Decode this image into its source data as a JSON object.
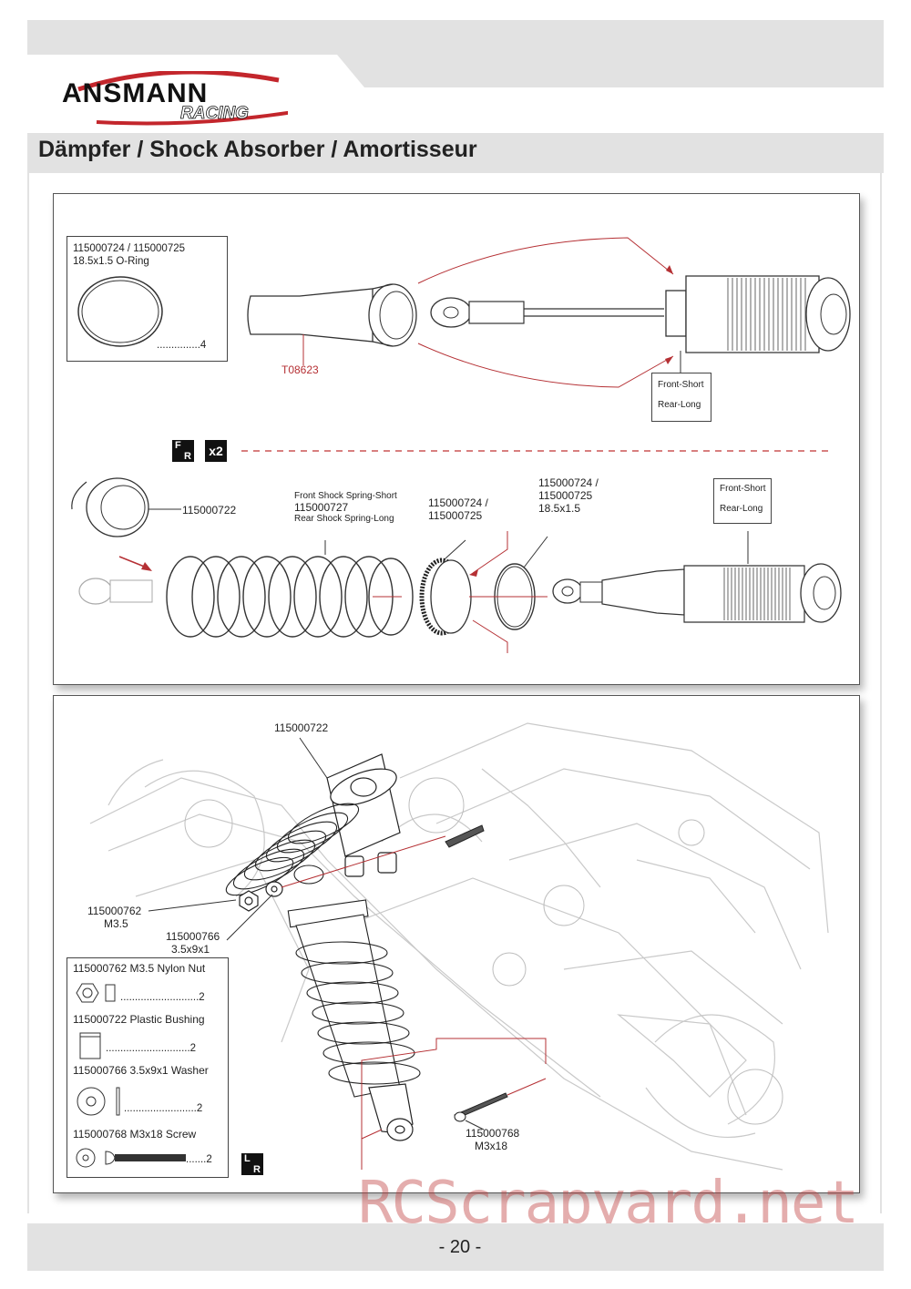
{
  "header": {
    "brand": "ANSMANN",
    "brand_sub": "RACING",
    "section_title": "Dämpfer / Shock Absorber / Amortisseur"
  },
  "step1": {
    "oring_box": {
      "line1": "115000724 / 115000725",
      "line2": "18.5x1.5 O-Ring",
      "qty": "...............4"
    },
    "tool_label": "T08623",
    "length_note": {
      "front": "Front-Short",
      "rear": "Rear-Long"
    },
    "badge_fr_top": "F",
    "badge_fr_bottom": "R",
    "badge_qty": "x2"
  },
  "step2": {
    "cap_label": "115000722",
    "spring_label": {
      "line1": "Front Shock Spring-Short",
      "line2": "115000727",
      "line3": "Rear Shock Spring-Long"
    },
    "collar_label": {
      "line1": "115000724 /",
      "line2": "115000725"
    },
    "oring_label": {
      "line1": "115000724 /",
      "line2": "115000725",
      "line3": "18.5x1.5"
    },
    "length_note": {
      "front": "Front-Short",
      "rear": "Rear-Long"
    }
  },
  "step3": {
    "bushing_label": "115000722",
    "nut_label": {
      "line1": "115000762",
      "line2": "M3.5"
    },
    "washer_label": {
      "line1": "115000766",
      "line2": "3.5x9x1"
    },
    "screw_label": {
      "line1": "115000768",
      "line2": "M3x18"
    },
    "parts_list": [
      {
        "name": "115000762  M3.5 Nylon Nut",
        "qty": "...........................2"
      },
      {
        "name": "115000722  Plastic Bushing",
        "qty": ".............................2"
      },
      {
        "name": "115000766  3.5x9x1 Washer",
        "qty": ".........................2"
      },
      {
        "name": "115000768  M3x18 Screw",
        "qty": ".......2"
      }
    ],
    "badge_lr_top": "L",
    "badge_lr_bottom": "R"
  },
  "footer": {
    "page_number": "- 20 -",
    "watermark": "RCScrapyard.net"
  },
  "colors": {
    "bar_gray": "#e2e2e2",
    "accent_red": "#b53034",
    "line_dark": "#333333"
  }
}
